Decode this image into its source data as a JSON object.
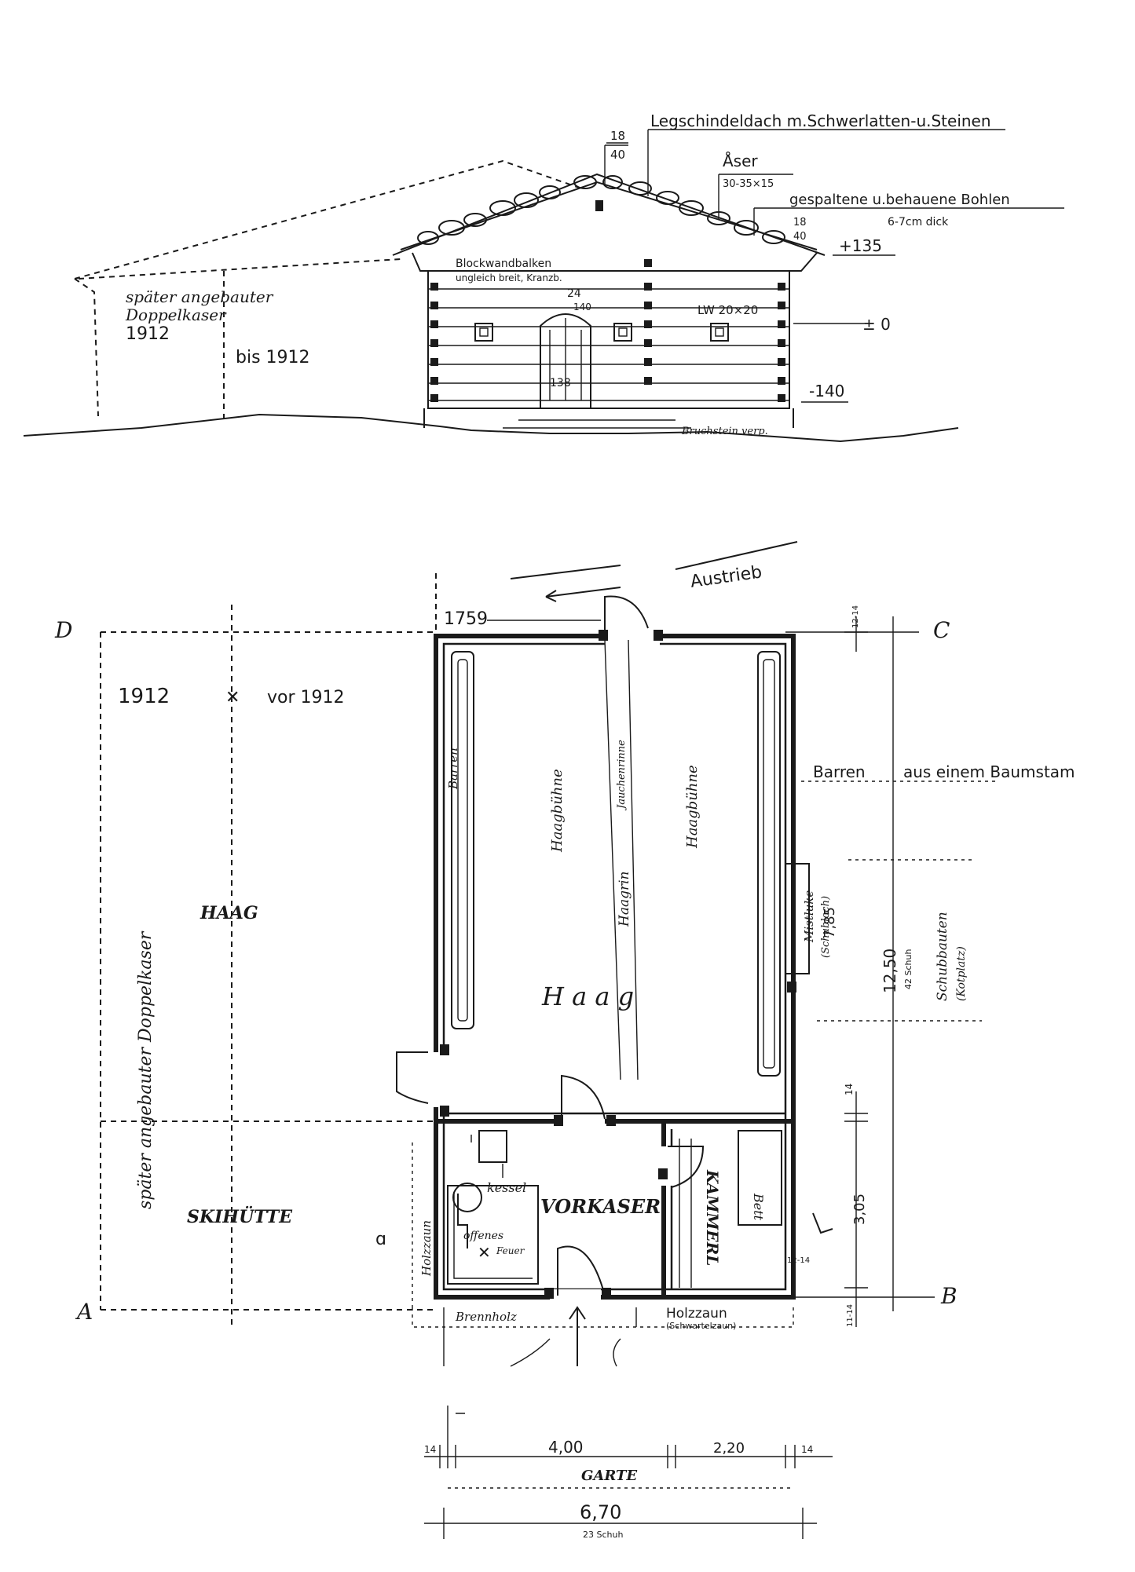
{
  "elevation": {
    "roof_label": "Legschindeldach m.Schwerlatten-u.Steinen",
    "dim_18_40_top": "18",
    "dim_18_40_bottom": "40",
    "aser_label": "Åser",
    "aser_dim": "30-35×15",
    "planks_label": "gespaltene u.behauene Bohlen",
    "planks_dim": "6-7cm dick",
    "dim_18_40b_top": "18",
    "dim_18_40b_bottom": "40",
    "level_plus": "+135",
    "level_zero": "± 0",
    "level_minus": "-140",
    "blockwand_label": "Blockwandbalken",
    "blockwand_sub": "ungleich breit, Kranzb.",
    "dim_24": "24",
    "dim_140": "140",
    "lw_label": "LW 20×20",
    "dim_138": "138",
    "later_label_1": "später angebauter",
    "later_label_2": "Doppelkaser",
    "year_1912": "1912",
    "bis_1912": "bis 1912",
    "bruch_label": "Bruchstein verp."
  },
  "plan": {
    "austrieb": "Austrieb",
    "year_1759": "1759",
    "corner_d": "D",
    "corner_c": "C",
    "corner_a": "A",
    "corner_b": "B",
    "year_1912": "1912",
    "vor_1912": "vor 1912",
    "haag_outer": "HAAG",
    "skihuette": "SKIHÜTTE",
    "later_vertical": "später angebauter Doppelkaser",
    "barren_left": "Barren",
    "haagbuehne_1": "Haagbühne",
    "haagbuehne_2": "Haagbühne",
    "haagrin": "Haagrin",
    "jauchenrinne": "Jauchenrinne",
    "haag_center": "H a a g",
    "barren_right": "Barren",
    "barren_right_sub": "aus einem Baumstam",
    "mistlucke": "Mistluke",
    "mistlucke_sub": "(Schubloch)",
    "dim_785": "7,85",
    "dim_1250": "12,50",
    "dim_42schuh": "42 Schuh",
    "schubbauten": "Schubbauten",
    "schubbauten_sub": "(Kotplatz)",
    "dim_12_14_top": "12-14",
    "dim_14": "14",
    "dim_305": "3,05",
    "dim_12_14_low": "12-14",
    "dim_11_14": "11-14",
    "kessel": "kessel",
    "vorkaser": "VORKASER",
    "offenes": "offenes",
    "feuer": "Feuer",
    "kammerl": "KAMMERL",
    "bett": "Bett",
    "holzzaun_left": "Holzzaun",
    "brennholz": "Brennholz",
    "holzzaun_bottom": "Holzzaun",
    "holzzaun_bottom_sub": "(Schwartelzaun)",
    "dim_400": "4,00",
    "dim_220": "2,20",
    "dim_14_left": "14",
    "dim_14_right": "14",
    "garten": "GARTE",
    "dim_670": "6,70",
    "dim_23schuh": "23 Schuh"
  }
}
